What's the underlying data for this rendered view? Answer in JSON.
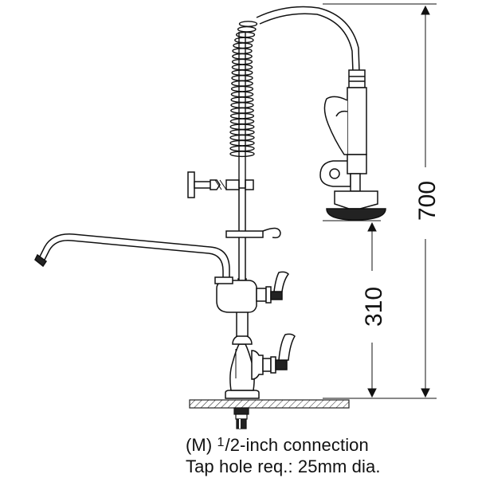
{
  "dimensions": {
    "overall_height": "700",
    "spray_height": "310"
  },
  "caption": {
    "line1_prefix": "(M) ",
    "line1_fraction_num": "1",
    "line1_rest": "/2-inch connection",
    "line2": "Tap hole req.: 25mm dia."
  }
}
